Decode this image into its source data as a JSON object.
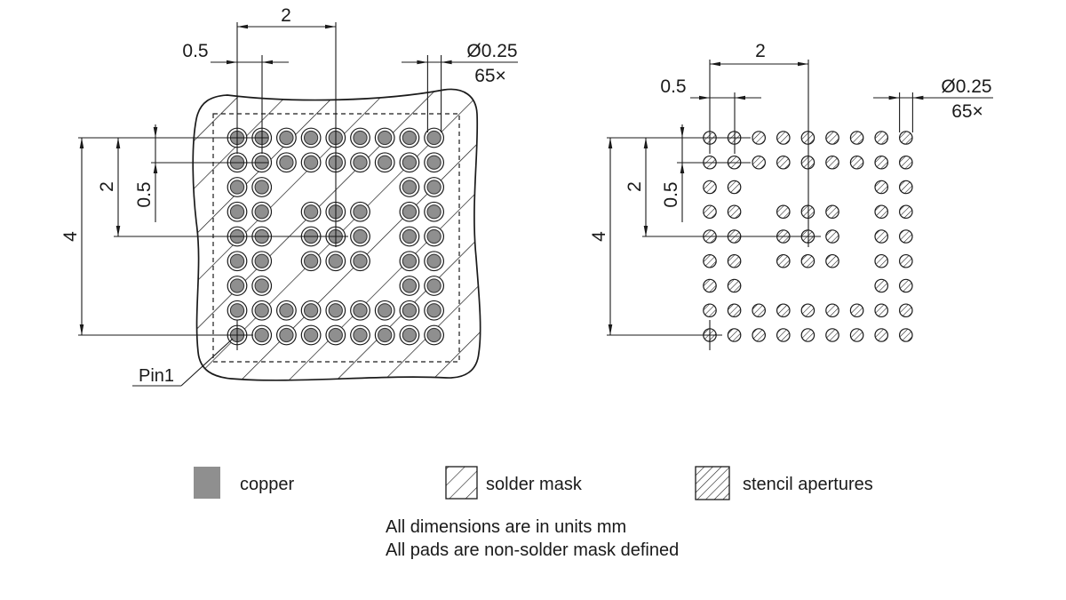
{
  "left_view": {
    "title": "land-pattern-view",
    "dim_top_span": "2",
    "dim_top_pitch": "0.5",
    "dim_diameter": "Ø0.25",
    "dim_count": "65×",
    "dim_left_span": "4",
    "dim_left_half": "2",
    "dim_left_pitch": "0.5",
    "pin1_label": "Pin1"
  },
  "right_view": {
    "title": "stencil-view",
    "dim_top_span": "2",
    "dim_top_pitch": "0.5",
    "dim_diameter": "Ø0.25",
    "dim_count": "65×",
    "dim_left_span": "4",
    "dim_left_half": "2",
    "dim_left_pitch": "0.5"
  },
  "pad_grid": {
    "rows": 9,
    "cols": 9,
    "total_pads": 65,
    "pattern": [
      "111111111",
      "111111111",
      "110000011",
      "110111011",
      "110111011",
      "110111011",
      "110000011",
      "111111111",
      "111111111"
    ]
  },
  "legend": {
    "copper": "copper",
    "solder_mask": "solder mask",
    "stencil_apertures": "stencil apertures"
  },
  "notes": {
    "line1": "All dimensions are in units mm",
    "line2": "All pads are non-solder mask defined"
  },
  "colors": {
    "copper": "#8f8f8f",
    "line": "#1a1a1a"
  }
}
